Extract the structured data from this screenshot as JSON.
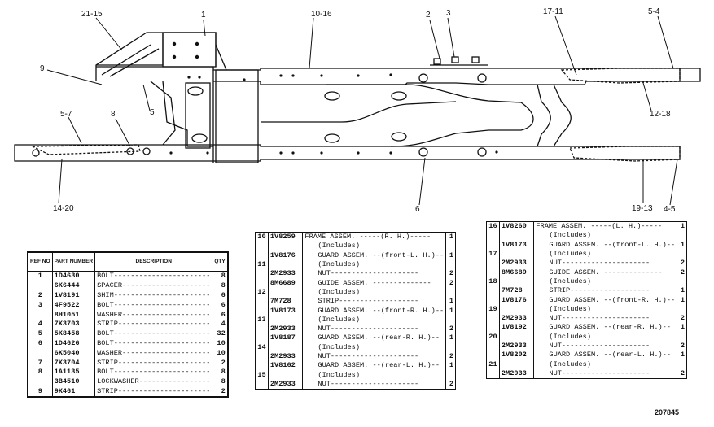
{
  "callouts": {
    "c1": "1",
    "c2": "2",
    "c3": "3",
    "c4": "5-4",
    "c5": "10-16",
    "c6": "17-11",
    "c7": "21-15",
    "c8": "9",
    "c9": "5",
    "c10": "5-7",
    "c11": "8",
    "c12": "12-18",
    "c13": "14-20",
    "c14": "6",
    "c15": "19-13",
    "c16": "4-5"
  },
  "left_table": {
    "headers": {
      "ref": "REF NO",
      "part": "PART NUMBER",
      "desc": "DESCRIPTION",
      "qty": "QTY"
    },
    "rows": [
      {
        "ref": "1",
        "part": "1D4630",
        "desc": "BOLT-----------------------",
        "qty": "8"
      },
      {
        "ref": "",
        "part": "6K6444",
        "desc": "SPACER---------------------",
        "qty": "8"
      },
      {
        "ref": "2",
        "part": "1V8191",
        "desc": "SHIM-----------------------",
        "qty": "6"
      },
      {
        "ref": "3",
        "part": "4F9522",
        "desc": "BOLT-----------------------",
        "qty": "6"
      },
      {
        "ref": "",
        "part": "8H1051",
        "desc": "WASHER---------------------",
        "qty": "6"
      },
      {
        "ref": "4",
        "part": "7K3703",
        "desc": "STRIP----------------------",
        "qty": "4"
      },
      {
        "ref": "5",
        "part": "5K8458",
        "desc": "BOLT-----------------------",
        "qty": "32"
      },
      {
        "ref": "6",
        "part": "1D4626",
        "desc": "BOLT-----------------------",
        "qty": "10"
      },
      {
        "ref": "",
        "part": "6K5040",
        "desc": "WASHER---------------------",
        "qty": "10"
      },
      {
        "ref": "7",
        "part": "7K3704",
        "desc": "STRIP----------------------",
        "qty": "2"
      },
      {
        "ref": "8",
        "part": "1A1135",
        "desc": "BOLT-----------------------",
        "qty": "8"
      },
      {
        "ref": "",
        "part": "3B4510",
        "desc": "LOCKWASHER-----------------",
        "qty": "8"
      },
      {
        "ref": "9",
        "part": "9K461",
        "desc": "STRIP----------------------",
        "qty": "2"
      }
    ]
  },
  "middle_table": {
    "rows": [
      {
        "ref": "10",
        "part": "1V8259",
        "desc": "FRAME ASSEM. -----(R. H.)-----",
        "qty": "1",
        "sub": false
      },
      {
        "ref": "",
        "part": "",
        "desc": "(Includes)",
        "qty": "",
        "sub": true
      },
      {
        "ref": "",
        "part": "1V8176",
        "desc": "GUARD ASSEM. --(front-L. H.)--",
        "qty": "1",
        "sub": true
      },
      {
        "ref": "11",
        "part": "",
        "desc": "(Includes)",
        "qty": "",
        "sub": true
      },
      {
        "ref": "",
        "part": "2M2933",
        "desc": "NUT---------------------",
        "qty": "2",
        "sub": true
      },
      {
        "ref": "",
        "part": "8M6689",
        "desc": "GUIDE ASSEM. --------------",
        "qty": "2",
        "sub": true
      },
      {
        "ref": "12",
        "part": "",
        "desc": "(Includes)",
        "qty": "",
        "sub": true
      },
      {
        "ref": "",
        "part": "7M728",
        "desc": "STRIP-------------------",
        "qty": "1",
        "sub": true
      },
      {
        "ref": "",
        "part": "1V8173",
        "desc": "GUARD ASSEM. --(front-R. H.)--",
        "qty": "1",
        "sub": true
      },
      {
        "ref": "13",
        "part": "",
        "desc": "(Includes)",
        "qty": "",
        "sub": true
      },
      {
        "ref": "",
        "part": "2M2933",
        "desc": "NUT---------------------",
        "qty": "2",
        "sub": true
      },
      {
        "ref": "",
        "part": "1V8187",
        "desc": "GUARD ASSEM. --(rear-R. H.)--",
        "qty": "1",
        "sub": true
      },
      {
        "ref": "14",
        "part": "",
        "desc": "(Includes)",
        "qty": "",
        "sub": true
      },
      {
        "ref": "",
        "part": "2M2933",
        "desc": "NUT---------------------",
        "qty": "2",
        "sub": true
      },
      {
        "ref": "",
        "part": "1V8162",
        "desc": "GUARD ASSEM. --(rear-L. H.)--",
        "qty": "1",
        "sub": true
      },
      {
        "ref": "15",
        "part": "",
        "desc": "(Includes)",
        "qty": "",
        "sub": true
      },
      {
        "ref": "",
        "part": "2M2933",
        "desc": "NUT---------------------",
        "qty": "2",
        "sub": true
      }
    ]
  },
  "right_table": {
    "rows": [
      {
        "ref": "16",
        "part": "1V8260",
        "desc": "FRAME ASSEM. -----(L. H.)-----",
        "qty": "1",
        "sub": false
      },
      {
        "ref": "",
        "part": "",
        "desc": "(Includes)",
        "qty": "",
        "sub": true
      },
      {
        "ref": "",
        "part": "1V8173",
        "desc": "GUARD ASSEM. --(front-L. H.)--",
        "qty": "1",
        "sub": true
      },
      {
        "ref": "17",
        "part": "",
        "desc": "(Includes)",
        "qty": "",
        "sub": true
      },
      {
        "ref": "",
        "part": "2M2933",
        "desc": "NUT---------------------",
        "qty": "2",
        "sub": true
      },
      {
        "ref": "",
        "part": "8M6689",
        "desc": "GUIDE ASSEM. --------------",
        "qty": "2",
        "sub": true
      },
      {
        "ref": "18",
        "part": "",
        "desc": "(Includes)",
        "qty": "",
        "sub": true
      },
      {
        "ref": "",
        "part": "7M728",
        "desc": "STRIP-------------------",
        "qty": "1",
        "sub": true
      },
      {
        "ref": "",
        "part": "1V8176",
        "desc": "GUARD ASSEM. --(front-R. H.)--",
        "qty": "1",
        "sub": true
      },
      {
        "ref": "19",
        "part": "",
        "desc": "(Includes)",
        "qty": "",
        "sub": true
      },
      {
        "ref": "",
        "part": "2M2933",
        "desc": "NUT---------------------",
        "qty": "2",
        "sub": true
      },
      {
        "ref": "",
        "part": "1V8192",
        "desc": "GUARD ASSEM. --(rear-R. H.)--",
        "qty": "1",
        "sub": true
      },
      {
        "ref": "20",
        "part": "",
        "desc": "(Includes)",
        "qty": "",
        "sub": true
      },
      {
        "ref": "",
        "part": "2M2933",
        "desc": "NUT---------------------",
        "qty": "2",
        "sub": true
      },
      {
        "ref": "",
        "part": "1V8202",
        "desc": "GUARD ASSEM. --(rear-L. H.)--",
        "qty": "1",
        "sub": true
      },
      {
        "ref": "21",
        "part": "",
        "desc": "(Includes)",
        "qty": "",
        "sub": true
      },
      {
        "ref": "",
        "part": "2M2933",
        "desc": "NUT---------------------",
        "qty": "2",
        "sub": true
      }
    ]
  },
  "doc_number": "207845"
}
